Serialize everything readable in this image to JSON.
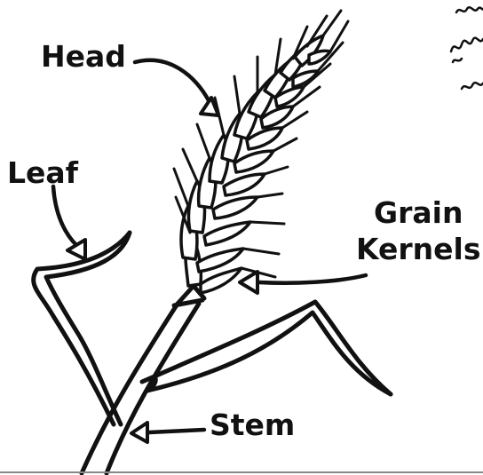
{
  "labels": {
    "head": "Head",
    "leaf": "Leaf",
    "grain": "Grain",
    "kernels": "Kernels",
    "stem": "Stem"
  },
  "colors": {
    "ink": "#111111",
    "background": "#ffffff",
    "bottom_border": "#888888"
  },
  "icons": {
    "arrow": "hollow-triangle-arrow",
    "signature": "handwritten-signature"
  }
}
